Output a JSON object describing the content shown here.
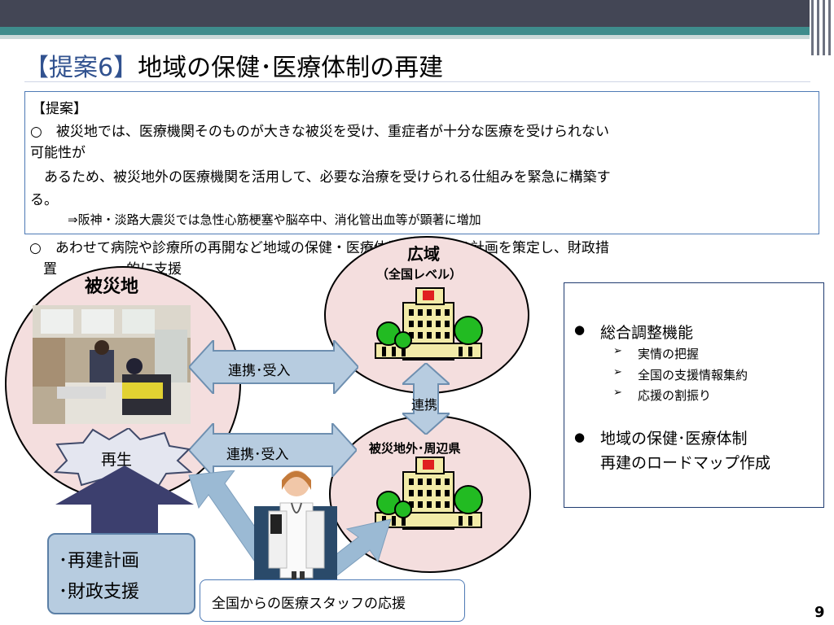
{
  "slide_title_bracket": "【提案6】",
  "slide_title": "地域の保健･医療体制の再建",
  "proposal": {
    "heading": "【提案】",
    "line1": "○　被災地では、医療機関そのものが大きな被災を受け、重症者が十分な医療を受けられない",
    "line2": "可能性が",
    "line3": "　あるため、被災地外の医療機関を活用して、必要な治療を受けられる仕組みを緊急に構築す",
    "line4": "る。",
    "line5": "⇒阪神・淡路大震災では急性心筋梗塞や脳卒中、消化管出血等が顕著に増加",
    "line6": "○　あわせて病院や診療所の再開など地域の保健・医療体制を再建する計画を策定し、財政措",
    "line7": "　置　　　　　的に支援"
  },
  "diagram": {
    "disaster_area_label": "被災地",
    "wide_area_label": "広域",
    "wide_area_sub": "（全国レベル）",
    "outside_area_label": "被災地外･周辺県",
    "arrow_upper_label": "連携･受入",
    "arrow_lower_label": "連携･受入",
    "arrow_vertical_label": "連携",
    "rebirth_label": "再生",
    "plan_items": [
      "･再建計画",
      "･財政支援"
    ],
    "staff_label": "全国からの医療スタッフの応援"
  },
  "side_panel": {
    "item1": "総合調整機能",
    "sub_items": [
      "実情の把握",
      "全国の支援情報集約",
      "応援の割振り"
    ],
    "item2_line1": "地域の保健･医療体制",
    "item2_line2": "再建のロードマップ作成"
  },
  "page_number": "9",
  "colors": {
    "circle_fill": "#f4dede",
    "arrow_fill": "#b7cce0",
    "up_arrow_fill": "#3c3f6e",
    "hospital_green": "#22bb22",
    "header_dark": "#434655",
    "header_teal": "#3e8c8c"
  }
}
